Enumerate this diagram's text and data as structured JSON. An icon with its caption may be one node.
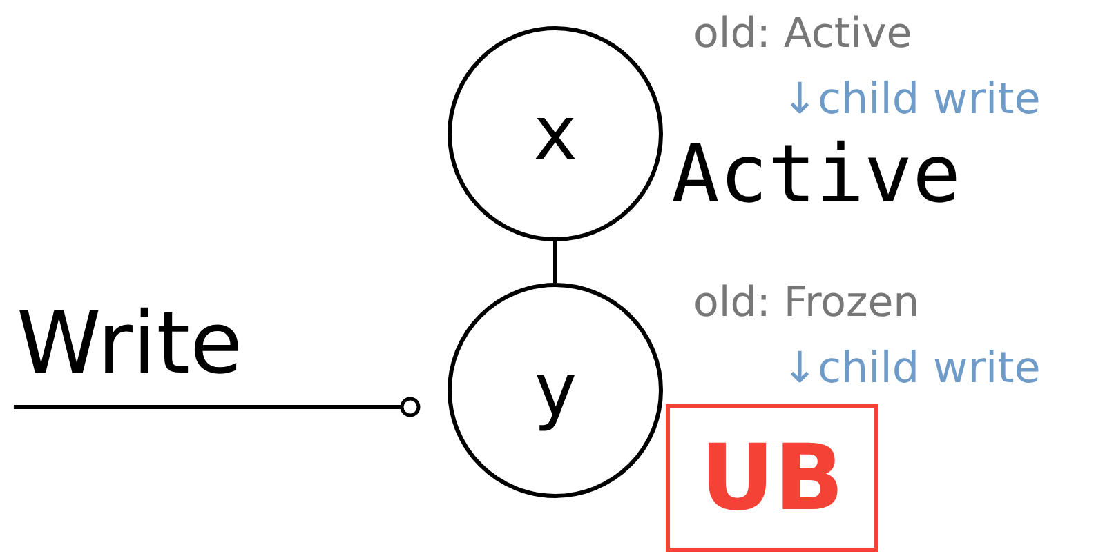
{
  "diagram": {
    "nodes": [
      {
        "text": [
          "x"
        ]
      },
      {
        "text": [
          "y"
        ]
      },
      {
        "text": [
          "UB"
        ]
      }
    ],
    "edges": [
      {
        "from": 0,
        "to": 1,
        "arrow": "none"
      },
      {
        "from": null,
        "to": 1,
        "arrow": "other"
      }
    ],
    "labels": [
      "old: Active",
      "↓child write",
      "Active",
      "Write",
      "old: Frozen",
      "↓child write"
    ]
  }
}
